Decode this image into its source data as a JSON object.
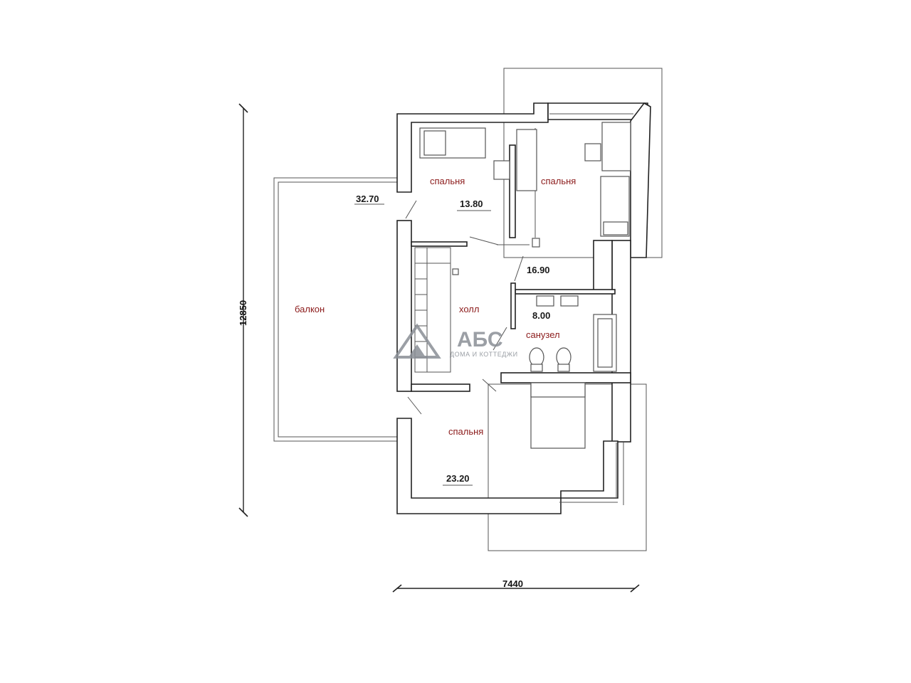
{
  "rooms": {
    "bedroom_top_left": {
      "name": "спальня",
      "area": "13.80"
    },
    "bedroom_top_right": {
      "name": "спальня",
      "area": "16.90"
    },
    "hall": {
      "name": "холл"
    },
    "bathroom": {
      "name": "санузел",
      "area": "8.00"
    },
    "bedroom_bottom": {
      "name": "спальня",
      "area": "23.20"
    },
    "balcony": {
      "name": "балкон",
      "area": "32.70"
    }
  },
  "dimensions": {
    "width": "7440",
    "height": "12850"
  },
  "logo": {
    "title": "АБС",
    "subtitle": "ДОМА И КОТТЕДЖИ"
  },
  "colors": {
    "room_label": "#8b1a1a",
    "walls": "#222222",
    "logo": "#8a8f96"
  }
}
